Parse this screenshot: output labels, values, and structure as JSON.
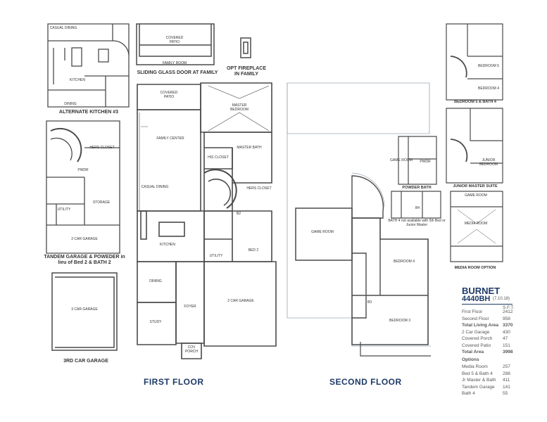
{
  "plan_name": "BURNET",
  "plan_code": "4440BH",
  "plan_date": "(7.10.18)",
  "sqft_header": "S.F.T.",
  "floor_titles": {
    "first": "FIRST FLOOR",
    "second": "SECOND FLOOR"
  },
  "area_table": [
    {
      "label": "First Floor",
      "value": "2412"
    },
    {
      "label": "Second Floor",
      "value": "958"
    },
    {
      "label": "Total Living Area",
      "value": "3370"
    },
    {
      "label": "2 Car Garage",
      "value": "430"
    },
    {
      "label": "Covered Porch",
      "value": "47"
    },
    {
      "label": "Covered Patio",
      "value": "151"
    },
    {
      "label": "Total Area",
      "value": "3998"
    }
  ],
  "options_title": "Options",
  "options_table": [
    {
      "label": "Media Room",
      "value": "257"
    },
    {
      "label": "Bed 5 & Bath 4",
      "value": "288"
    },
    {
      "label": "Jr Master & Bath",
      "value": "411"
    },
    {
      "label": "Tandem Garage",
      "value": "141"
    },
    {
      "label": "Bath 4",
      "value": "55"
    }
  ],
  "captions": {
    "alt_kitchen": "ALTERNATE KITCHEN #3",
    "sliding_door": "SLIDING GLASS DOOR AT FAMILY",
    "opt_fireplace": "OPT FIREPLACE IN FAMILY",
    "tandem": "TANDEM GARAGE & POWEDER in lieu of Bed 2 & BATH 2",
    "third_garage": "3RD CAR GARAGE",
    "bed5_bath4": "BEDROOM 5 & BATH 4",
    "jr_master": "JUNIOR MASTER SUITE",
    "media": "MEDIA ROOM OPTION",
    "powder_bath": "POWDER BATH",
    "bath4_note": "BATH 4 not available with 5th Bed or Junior Master"
  },
  "first_floor_rooms": {
    "covered_patio": "COVERED PATIO",
    "master_bedroom": "MASTER BEDROOM",
    "family_center": "FAMILY CENTER",
    "master_bath": "MASTER BATH",
    "his_closet": "HIS CLOSET",
    "hers_closet": "HERS CLOSET",
    "casual_dining": "CASUAL DINING",
    "kitchen": "KITCHEN",
    "bed2": "BED 2",
    "utility": "UTILITY",
    "dining": "DINING",
    "garage": "2 CAR GARAGE",
    "foyer": "FOYER",
    "study": "STUDY",
    "cov_porch": "COV PORCH",
    "b2": "B2"
  },
  "second_floor_rooms": {
    "game_room": "GAME ROOM",
    "bedroom4": "BEDROOM 4",
    "bedroom3": "BEDROOM 3",
    "b3": "B3"
  },
  "thumb_rooms": {
    "alt_casual_dining": "CASUAL DINING",
    "alt_kitchen": "KITCHEN",
    "alt_dining": "DINING",
    "slide_patio": "COVERED PATIO",
    "slide_family": "FAMILY ROOM",
    "tandem_hers": "HERS CLOSET",
    "tandem_pwdr": "PWDR",
    "tandem_storage": "STORAGE",
    "tandem_utility": "UTILITY",
    "tandem_garage": "2 CAR GARAGE",
    "third_garage": "3 CAR GARAGE",
    "opt_bed5": "BEDROOM 5",
    "opt_bed4": "BEDROOM 4",
    "opt_game": "GAME ROOM",
    "opt_pwdr": "PWDR",
    "opt_jr": "JUNIOR BEDROOM",
    "opt_game2": "GAME ROOM",
    "opt_media": "MEDIA ROOM",
    "opt_b4": "B4"
  }
}
